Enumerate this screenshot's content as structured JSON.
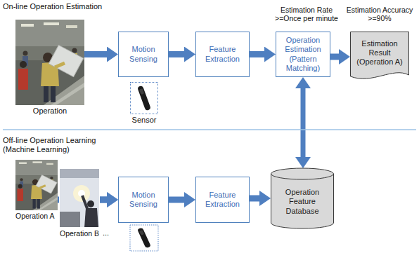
{
  "diagram": {
    "nodes": [
      {
        "text": [
          "Operation"
        ]
      },
      {
        "text": [
          "Motion Sensing"
        ]
      },
      {
        "text": [
          "Sensor"
        ]
      },
      {
        "text": [
          "Feature Extraction"
        ]
      },
      {
        "text": [
          "Operation Estimation (Pattern Matching)"
        ]
      },
      {
        "text": [
          "Estimation Result (Operation A)"
        ]
      },
      {
        "text": [
          "Operation A"
        ]
      },
      {
        "text": [
          "Operation B"
        ]
      },
      {
        "text": [
          "Motion Sensing"
        ]
      },
      {
        "text": [
          "Feature Extraction"
        ]
      },
      {
        "text": [
          "Operation Feature Database"
        ]
      }
    ],
    "edges": [
      {
        "from": 0,
        "to": 1,
        "arrow": "to"
      },
      {
        "from": 1,
        "to": 3,
        "arrow": "to"
      },
      {
        "from": 3,
        "to": 4,
        "arrow": "to"
      },
      {
        "from": 4,
        "to": 5,
        "arrow": "to"
      },
      {
        "from": 6,
        "to": 8,
        "arrow": "to"
      },
      {
        "from": 7,
        "to": 8,
        "arrow": "to"
      },
      {
        "from": 8,
        "to": 9,
        "arrow": "to"
      },
      {
        "from": 9,
        "to": 10,
        "arrow": "to"
      },
      {
        "from": 4,
        "to": 10,
        "arrow": "both"
      }
    ],
    "labels": [
      "On-line Operation Estimation",
      "Estimation Rate >=Once per minute",
      "Estimation Accuracy >=90%",
      "Off-line Operation Learning (Machine Learning)",
      "..."
    ]
  }
}
